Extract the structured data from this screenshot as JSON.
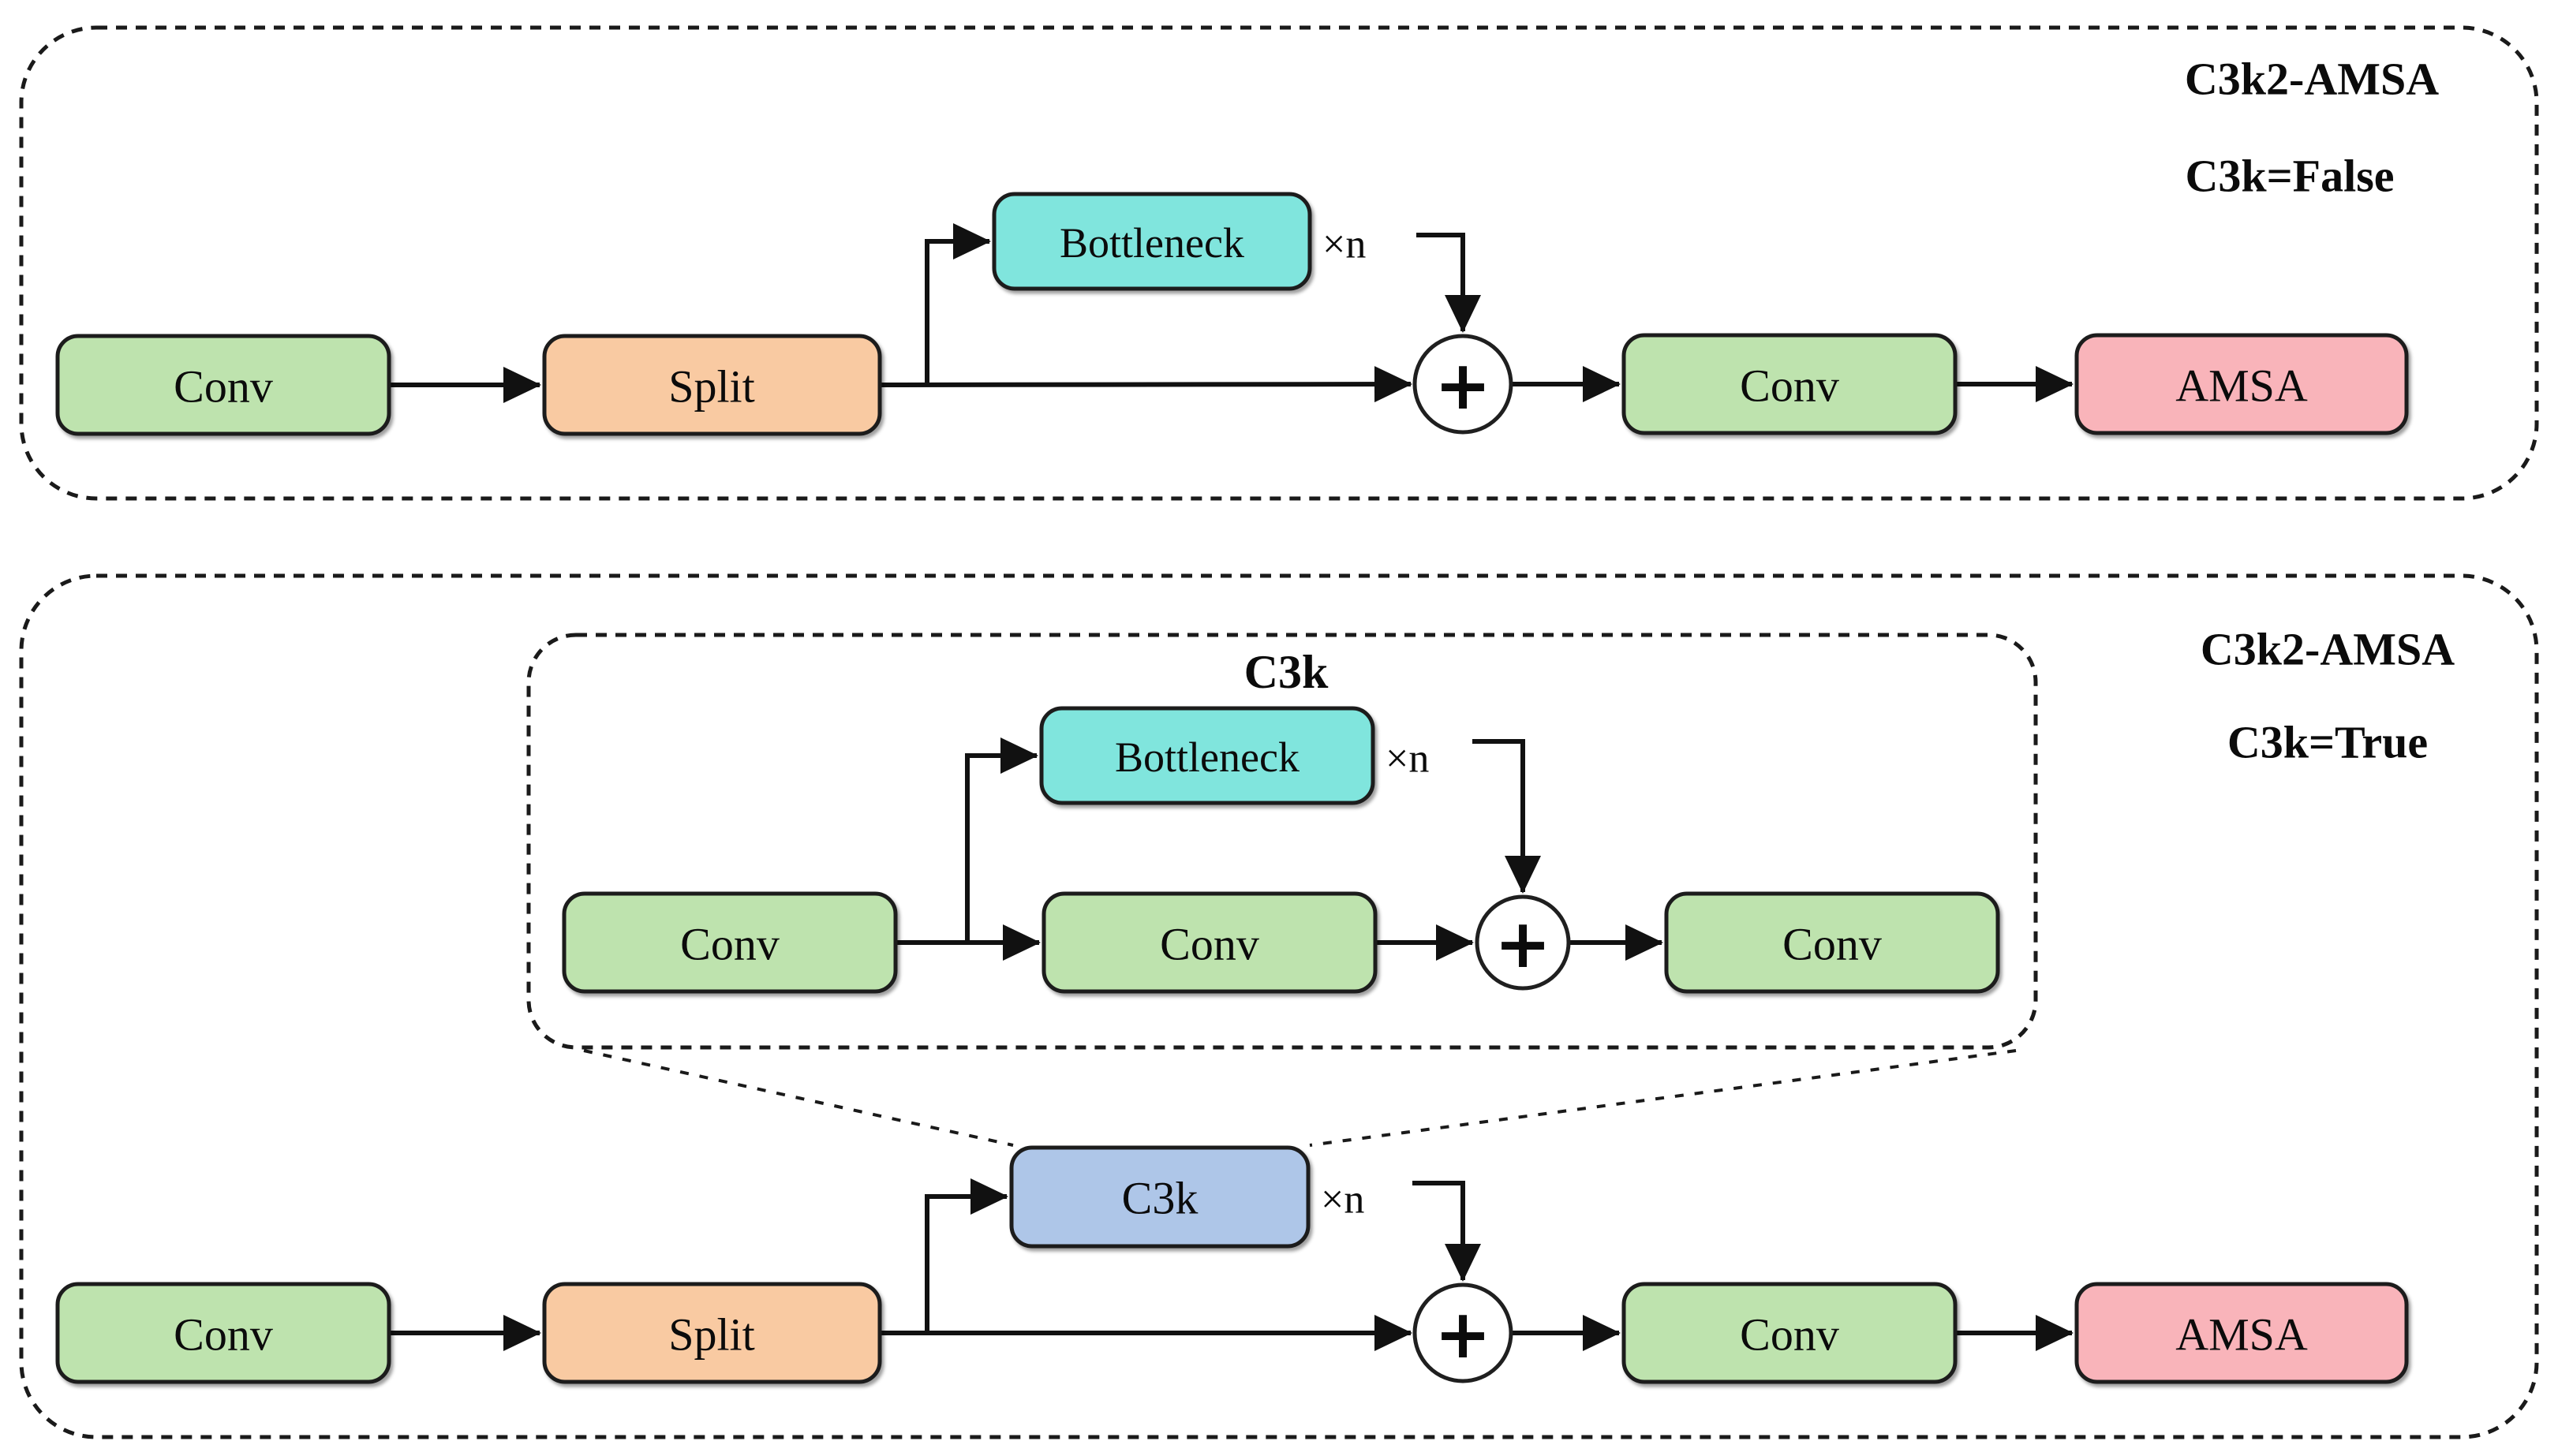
{
  "labels": {
    "conv": "Conv",
    "split": "Split",
    "bottleneck": "Bottleneck",
    "amsa": "AMSA",
    "c3k": "C3k",
    "repeat": "×n"
  },
  "icons": {
    "sum": "+"
  },
  "panels": {
    "top": {
      "title": "C3k2-AMSA",
      "subtitle": "C3k=False"
    },
    "bottom": {
      "title": "C3k2-AMSA",
      "subtitle": "C3k=True",
      "inner_title": "C3k"
    }
  },
  "colors": {
    "conv": "#bee3ae",
    "split": "#f9caa2",
    "bottleneck": "#80e5dd",
    "amsa": "#f9b4ba",
    "c3k": "#aec6e8",
    "inner_panel": "#d9e3f4",
    "sum_fill": "#ffffff",
    "line": "#111111",
    "background": "#ffffff"
  }
}
